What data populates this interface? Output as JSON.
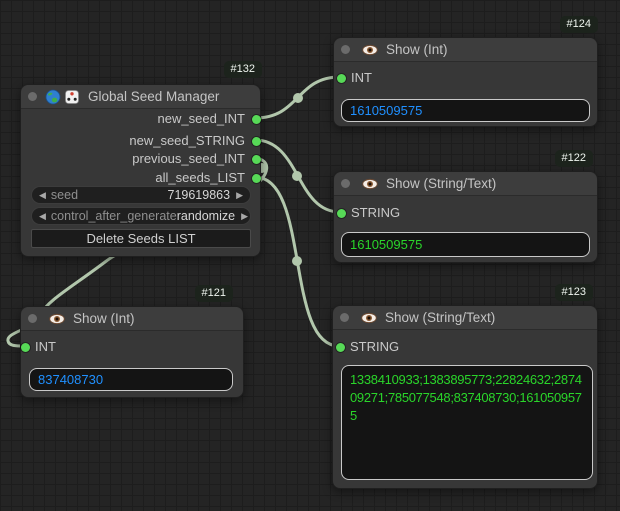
{
  "canvas": {
    "bg": "#242424",
    "grid_minor": "#1d1d1d",
    "grid_major": "#181818"
  },
  "colors": {
    "wire": "#b2c7ac",
    "port": "#57d957",
    "int_value": "#2090ff",
    "string_value": "#2ad52a",
    "badge_bg": "#1c231c",
    "badge_text": "#eef4ee"
  },
  "nodes": {
    "seed_manager": {
      "badge": "#132",
      "title": "Global Seed Manager",
      "outputs": [
        "new_seed_INT",
        "new_seed_STRING",
        "previous_seed_INT",
        "all_seeds_LIST"
      ],
      "widgets": {
        "seed": {
          "name": "seed",
          "value": "719619863"
        },
        "control": {
          "name": "control_after_generate",
          "value": "randomize"
        }
      },
      "button_label": "Delete Seeds LIST",
      "arrow_left": "◀",
      "arrow_right": "▶"
    },
    "show_int_124": {
      "badge": "#124",
      "title": "Show (Int)",
      "input_label": "INT",
      "value": "1610509575"
    },
    "show_string_122": {
      "badge": "#122",
      "title": "Show (String/Text)",
      "input_label": "STRING",
      "value": "1610509575"
    },
    "show_int_121": {
      "badge": "#121",
      "title": "Show (Int)",
      "input_label": "INT",
      "value": "837408730"
    },
    "show_string_123": {
      "badge": "#123",
      "title": "Show (String/Text)",
      "input_label": "STRING",
      "value": "1338410933;1383895773;22824632;287409271;785077548;837408730;1610509575",
      "value_wrapped": "1338410933;1383895773;22824632;2874\n09271;785077548;837408730;161050957\n5"
    }
  }
}
